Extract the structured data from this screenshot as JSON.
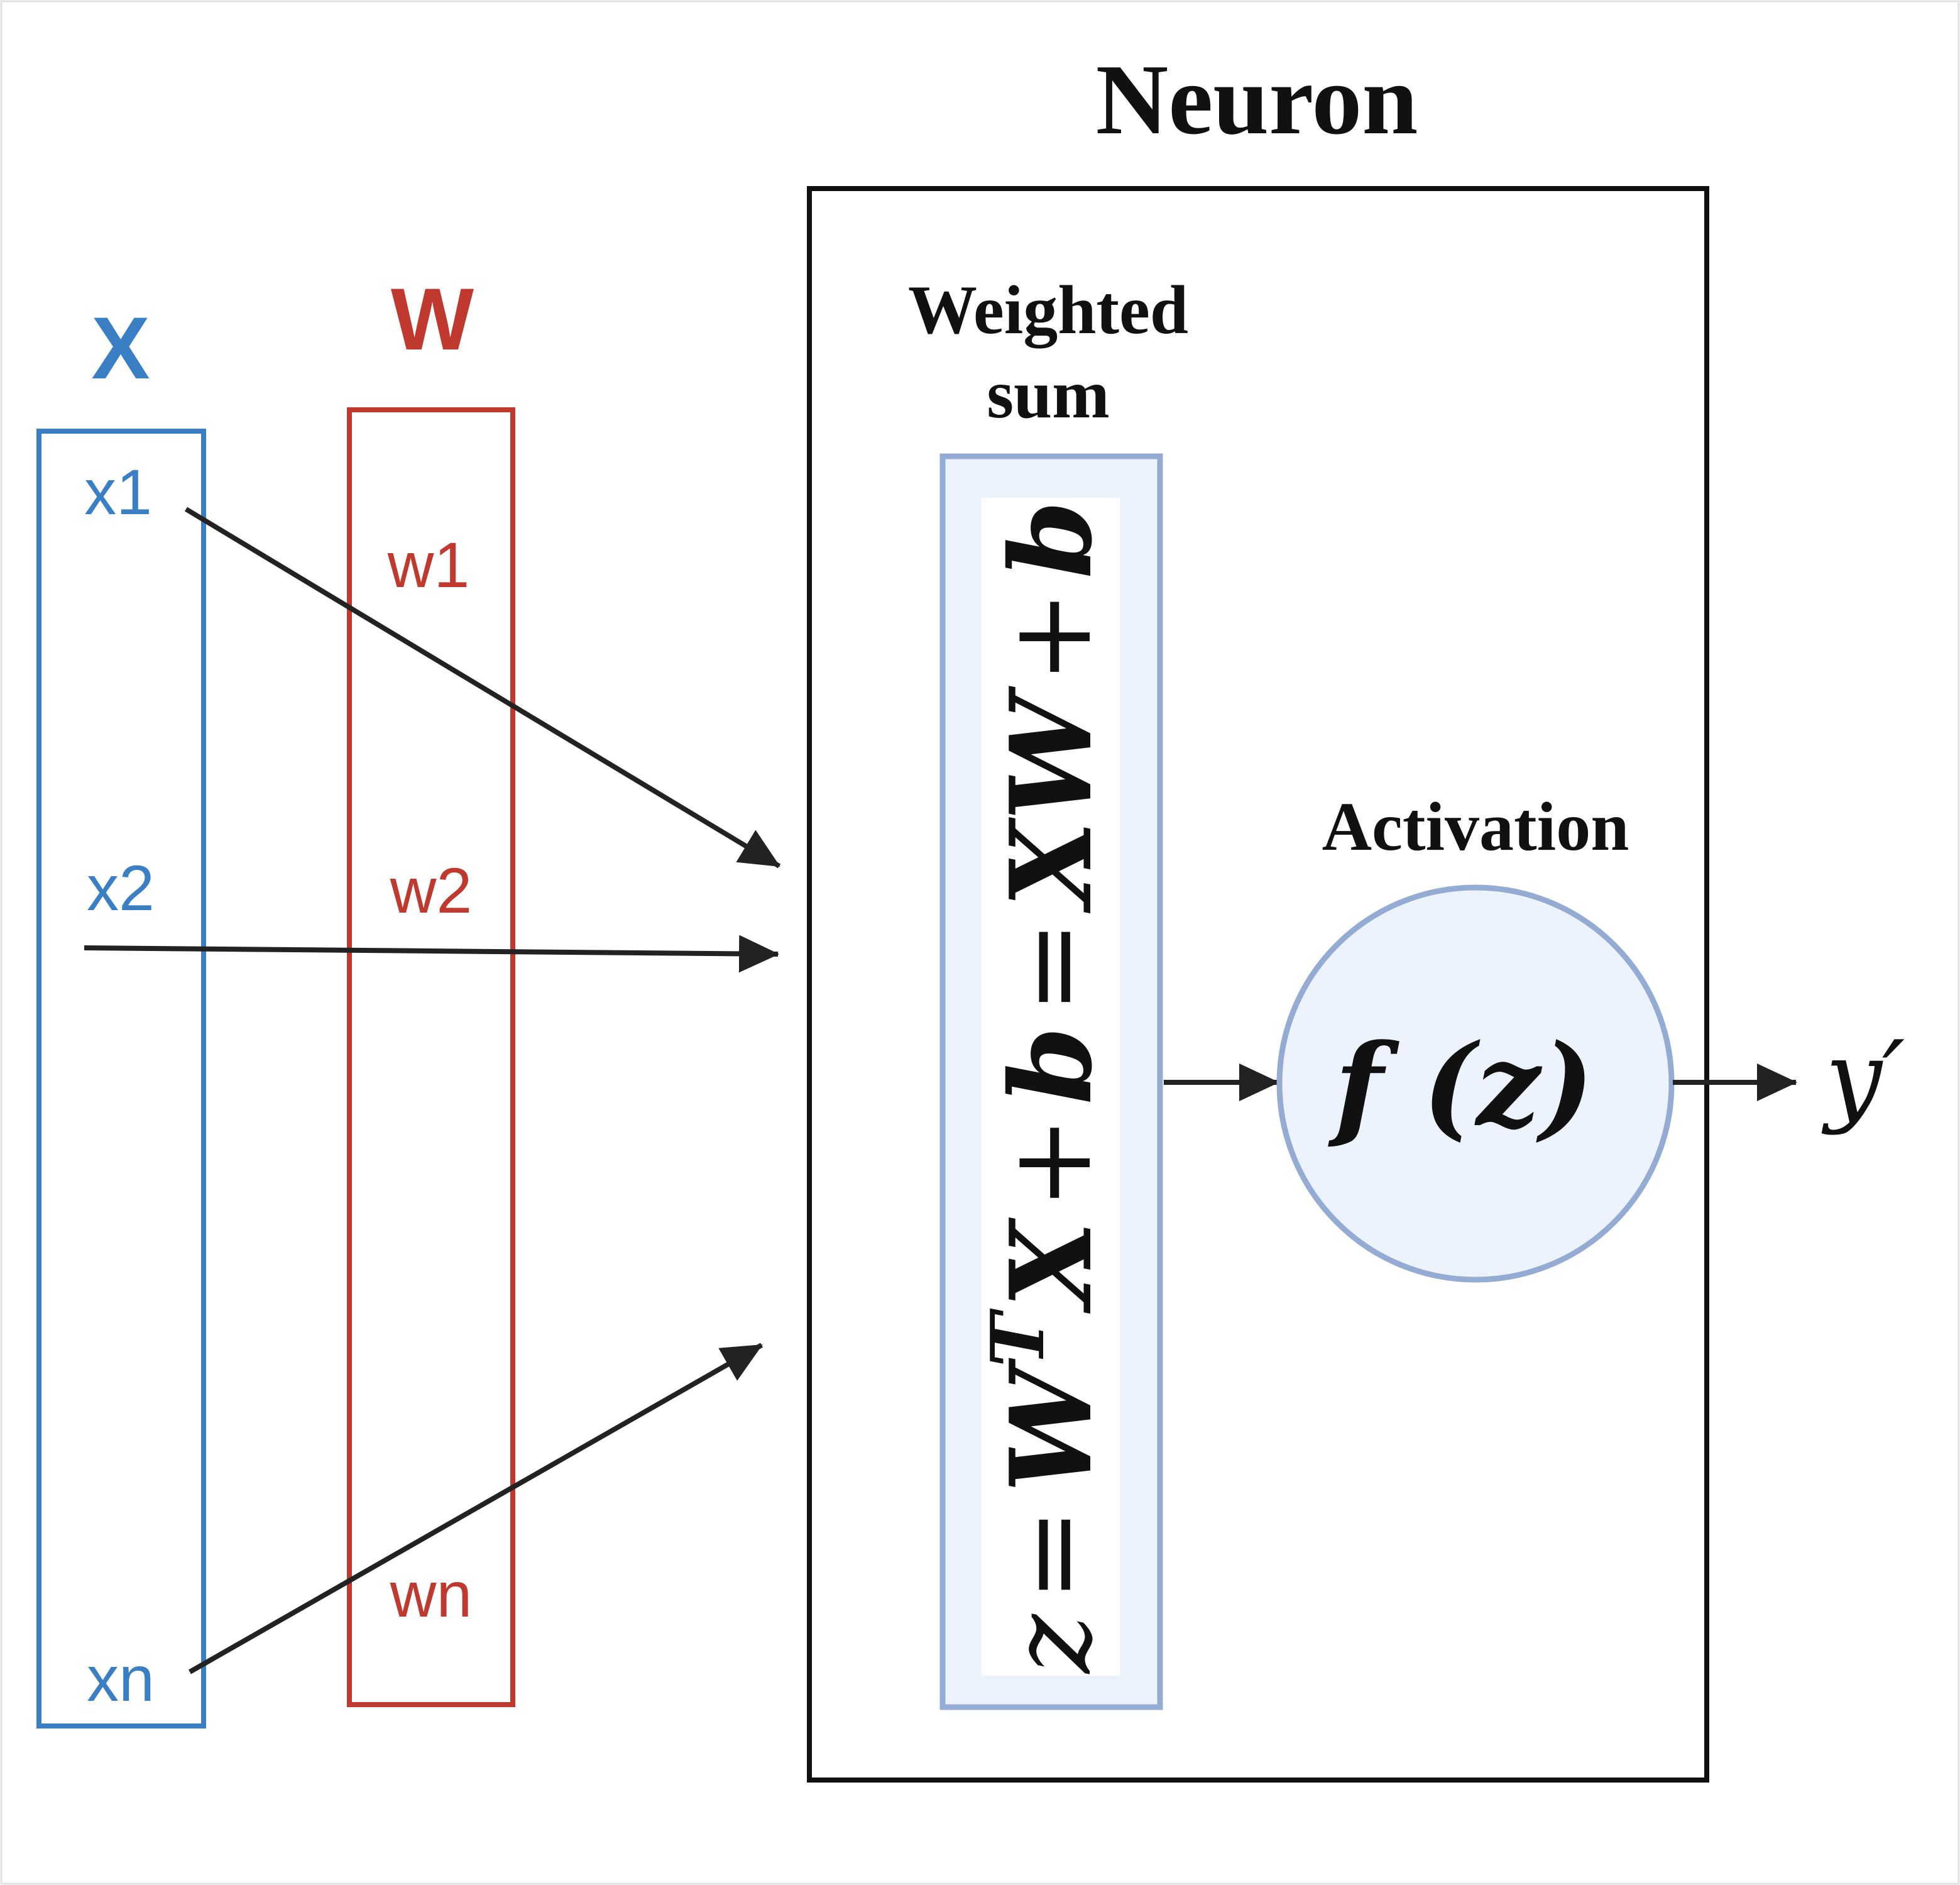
{
  "colors": {
    "input_blue": "#3a7fc4",
    "weight_red": "#c0392f",
    "formula_fill": "#edf3fc",
    "formula_stroke": "#94abd4",
    "ink": "#222222"
  },
  "inputs": {
    "header": "X",
    "items": [
      "x1",
      "x2",
      "xn"
    ]
  },
  "weights": {
    "header": "W",
    "items": [
      "w1",
      "w2",
      "wn"
    ]
  },
  "neuron": {
    "title": "Neuron",
    "weighted_sum": {
      "label_line1": "Weighted",
      "label_line2": "sum"
    },
    "activation": {
      "label": "Activation",
      "function": "f (z)"
    }
  },
  "output": {
    "label": "y′"
  }
}
